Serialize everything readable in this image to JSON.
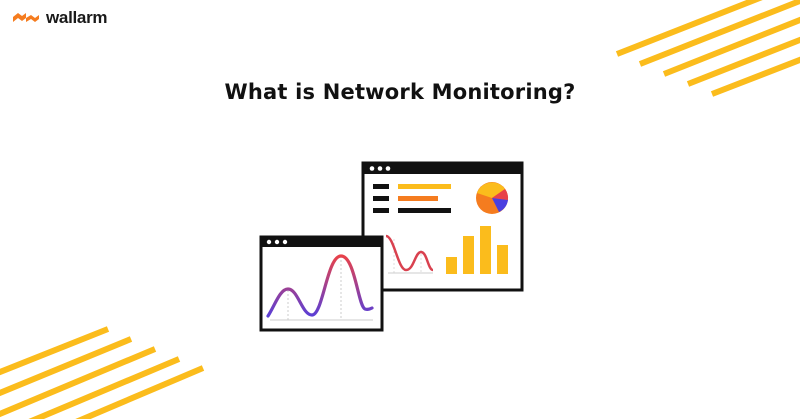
{
  "brand": {
    "name": "wallarm",
    "logo_icon": "wallarm-flag-logo-icon",
    "accent_color": "#f57c1f"
  },
  "heading": {
    "title": "What is Network Monitoring?"
  },
  "illustration": {
    "back_window": {
      "window_dots": 3,
      "legend_bars": [
        {
          "color": "#fbbc1c"
        },
        {
          "color": "#f57c1f"
        },
        {
          "color": "#111111"
        }
      ],
      "pie_chart": {
        "slices": [
          {
            "color": "#fbbc1c"
          },
          {
            "color": "#e8424a"
          },
          {
            "color": "#4a3fe0"
          },
          {
            "color": "#f57c1f"
          }
        ]
      },
      "wave_line_color": "#d9414f",
      "bar_chart": {
        "bar_count": 4,
        "color": "#fbbc1c"
      }
    },
    "front_window": {
      "window_dots": 3,
      "wave_gradient": [
        "#5a3fd6",
        "#e8424a"
      ]
    }
  },
  "decor": {
    "stripe_color": "#fbbc1c",
    "top_right_stripes": 5,
    "bottom_left_stripes": 5
  }
}
